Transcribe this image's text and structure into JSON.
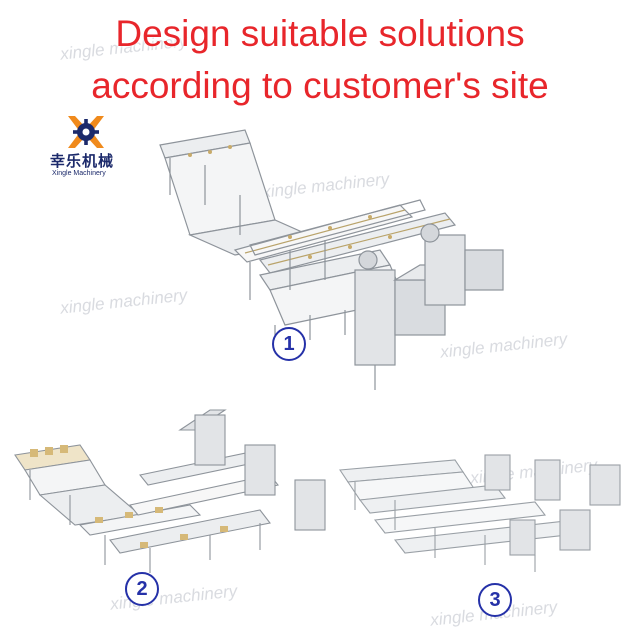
{
  "headline": {
    "line1": "Design suitable solutions",
    "line2": "according to customer's site"
  },
  "logo": {
    "name_cn": "幸乐机械",
    "name_en": "Xingle Machinery"
  },
  "watermark": "xingle machinery",
  "labels": {
    "one": "1",
    "two": "2",
    "three": "3"
  },
  "colors": {
    "headline": "#e8262b",
    "number_circle": "#2531a8",
    "logo_blue": "#1c2a6b",
    "logo_orange": "#f08a1c"
  }
}
